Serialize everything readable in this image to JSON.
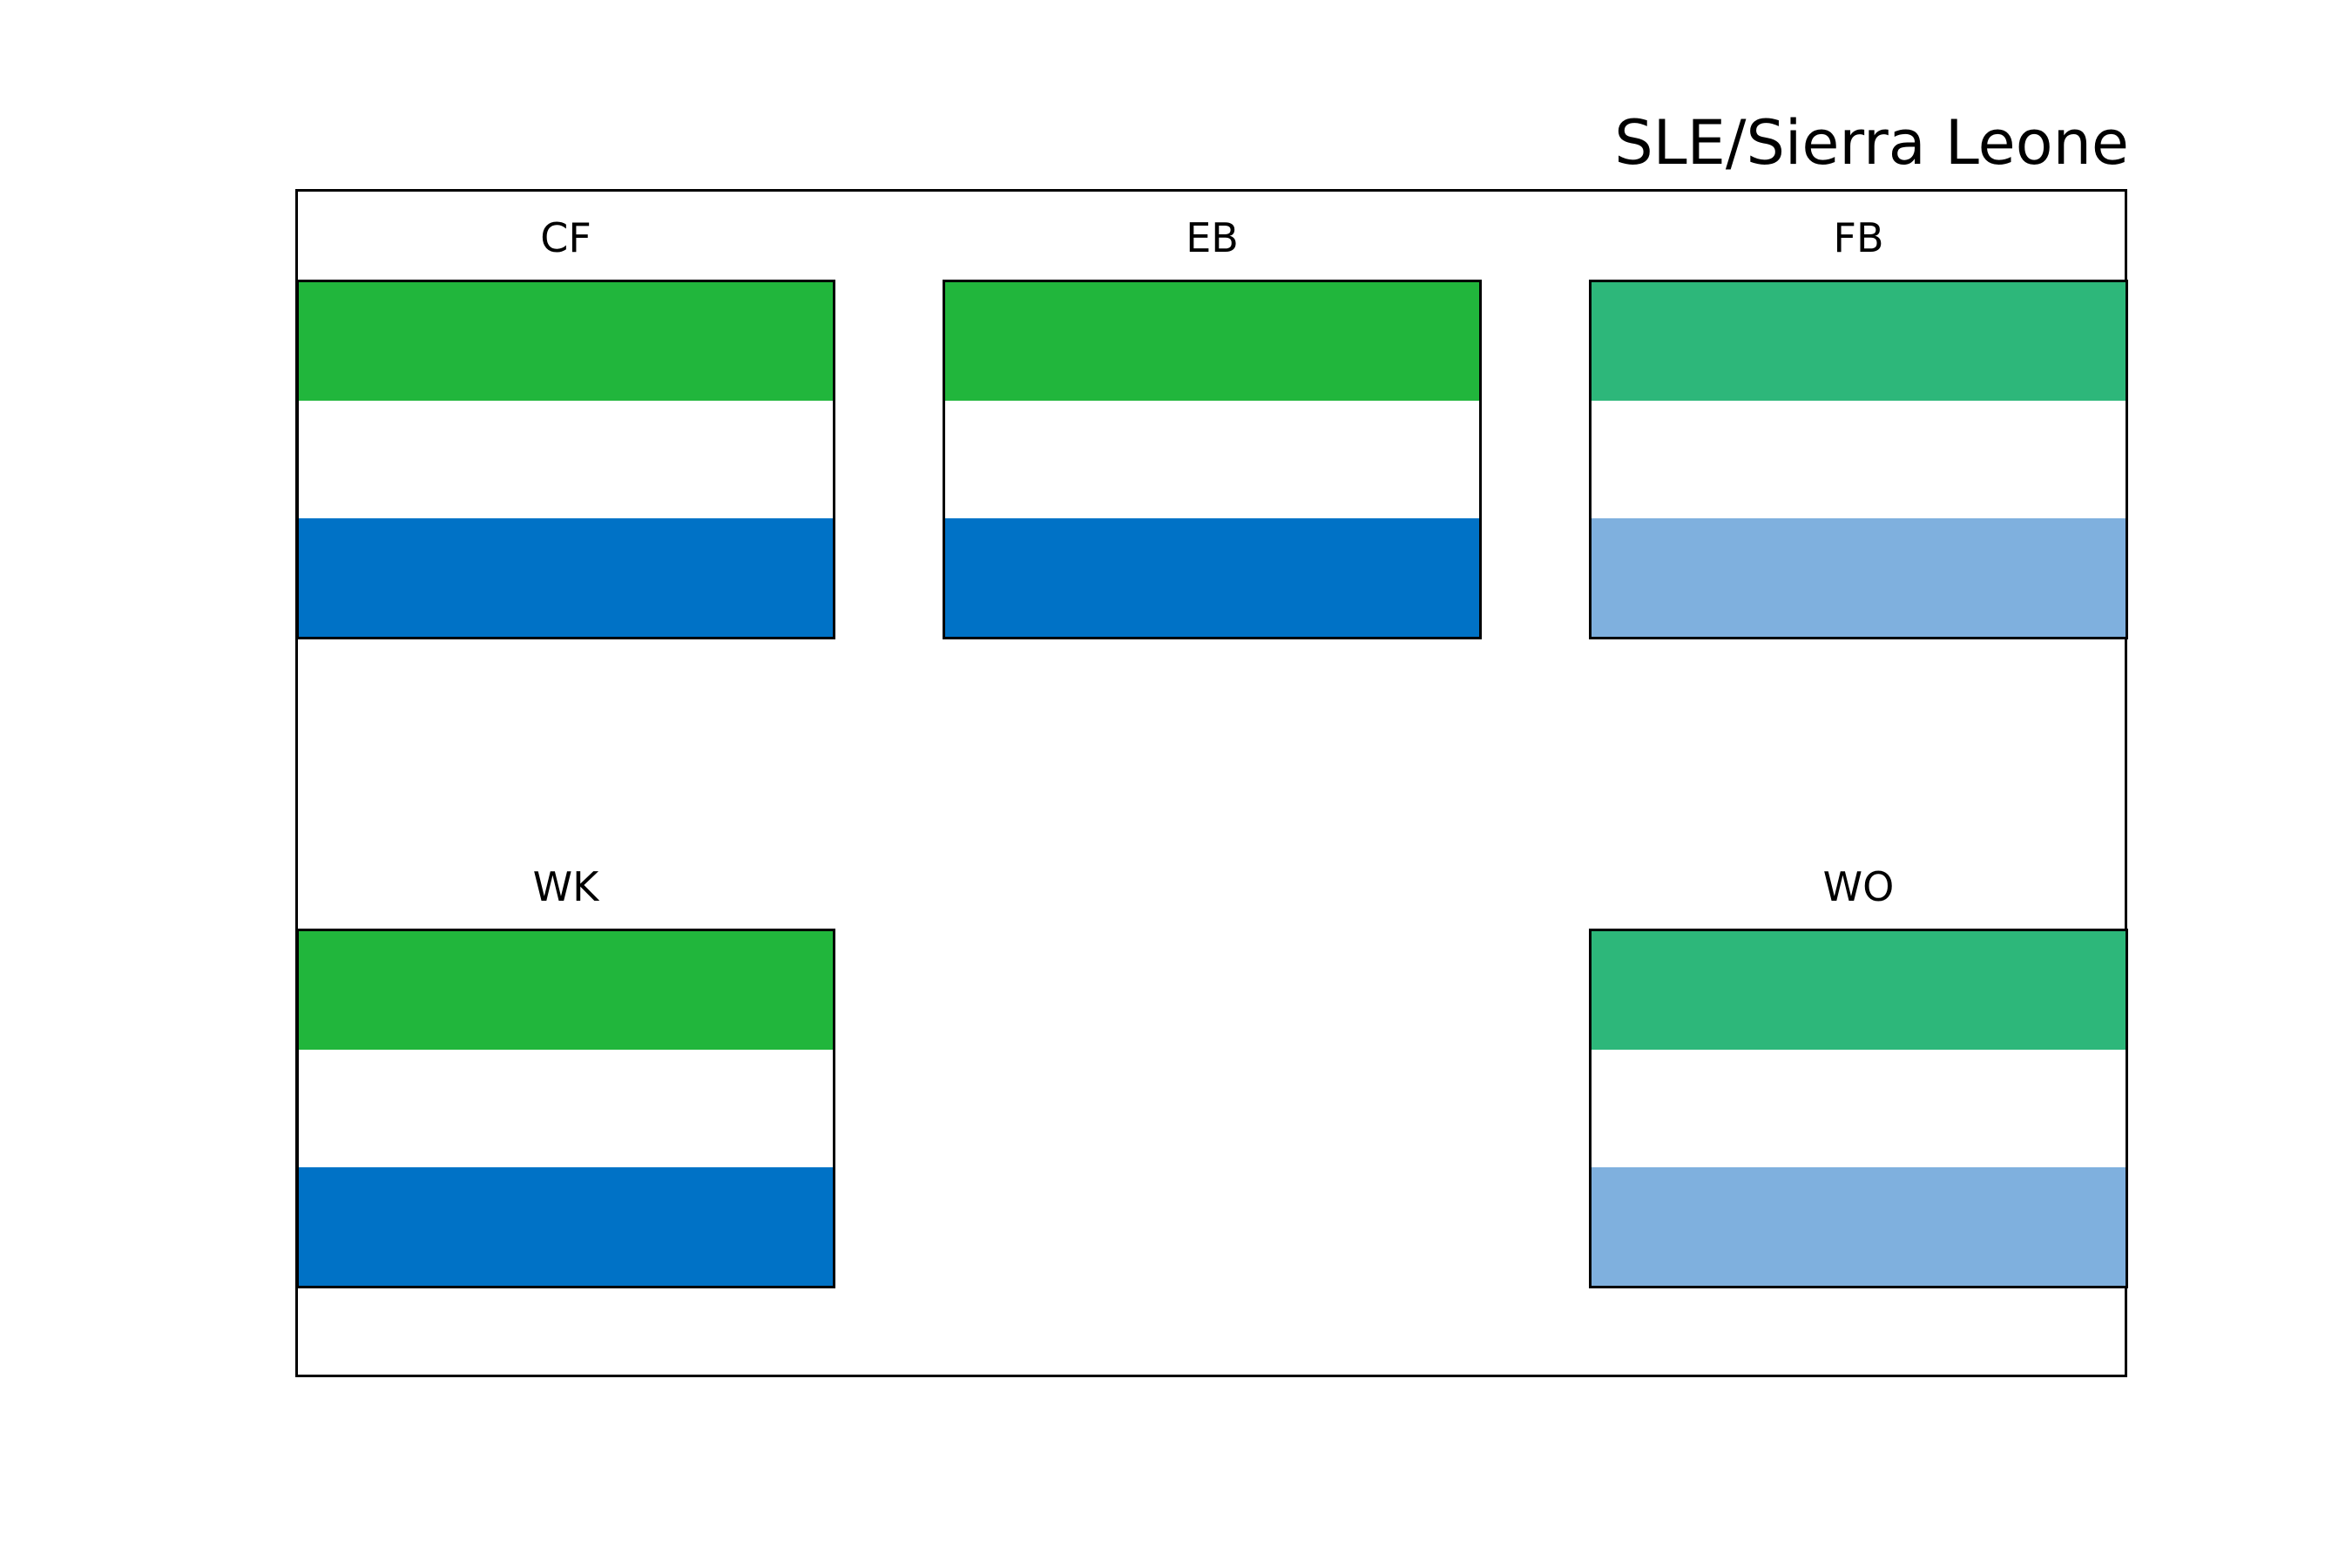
{
  "title": "SLE/Sierra Leone",
  "panels": [
    {
      "id": "cf",
      "label": "CF",
      "colors": [
        "#21b63c",
        "#ffffff",
        "#0072c6"
      ]
    },
    {
      "id": "eb",
      "label": "EB",
      "colors": [
        "#21b63c",
        "#ffffff",
        "#0072c6"
      ]
    },
    {
      "id": "fb",
      "label": "FB",
      "colors": [
        "#2db77a",
        "#ffffff",
        "#7fb0de"
      ]
    },
    {
      "id": "wk",
      "label": "WK",
      "colors": [
        "#21b63c",
        "#ffffff",
        "#0072c6"
      ]
    },
    {
      "id": "wo",
      "label": "WO",
      "colors": [
        "#2db77a",
        "#ffffff",
        "#7fb0de"
      ]
    }
  ]
}
